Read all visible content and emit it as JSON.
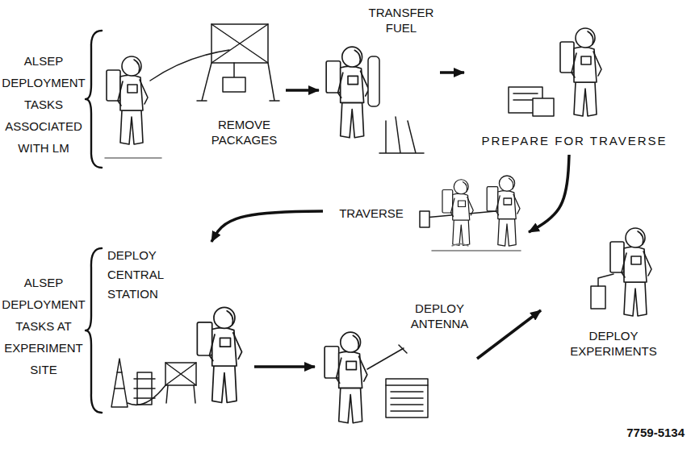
{
  "diagram": {
    "nodes": [
      {
        "text": [
          "REMOVE PACKAGES"
        ]
      },
      {
        "text": [
          "TRANSFER FUEL"
        ]
      },
      {
        "text": [
          "PREPARE FOR TRAVERSE"
        ]
      },
      {
        "text": [
          "TRAVERSE"
        ]
      },
      {
        "text": [
          "DEPLOY CENTRAL STATION"
        ]
      },
      {
        "text": [
          "DEPLOY ANTENNA"
        ]
      },
      {
        "text": [
          "DEPLOY EXPERIMENTS"
        ]
      }
    ],
    "edges": [
      {
        "from": 0,
        "to": 1,
        "arrow": "to"
      },
      {
        "from": 1,
        "to": 2,
        "arrow": "to"
      },
      {
        "from": 2,
        "to": 3,
        "arrow": "to"
      },
      {
        "from": 3,
        "to": 4,
        "arrow": "to"
      },
      {
        "from": 4,
        "to": 5,
        "arrow": "to"
      },
      {
        "from": 5,
        "to": 6,
        "arrow": "to"
      }
    ],
    "labels": [
      "ALSEP DEPLOYMENT TASKS ASSOCIATED WITH LM",
      "ALSEP DEPLOYMENT TASKS AT EXPERIMENT SITE",
      "7759-5134"
    ]
  }
}
